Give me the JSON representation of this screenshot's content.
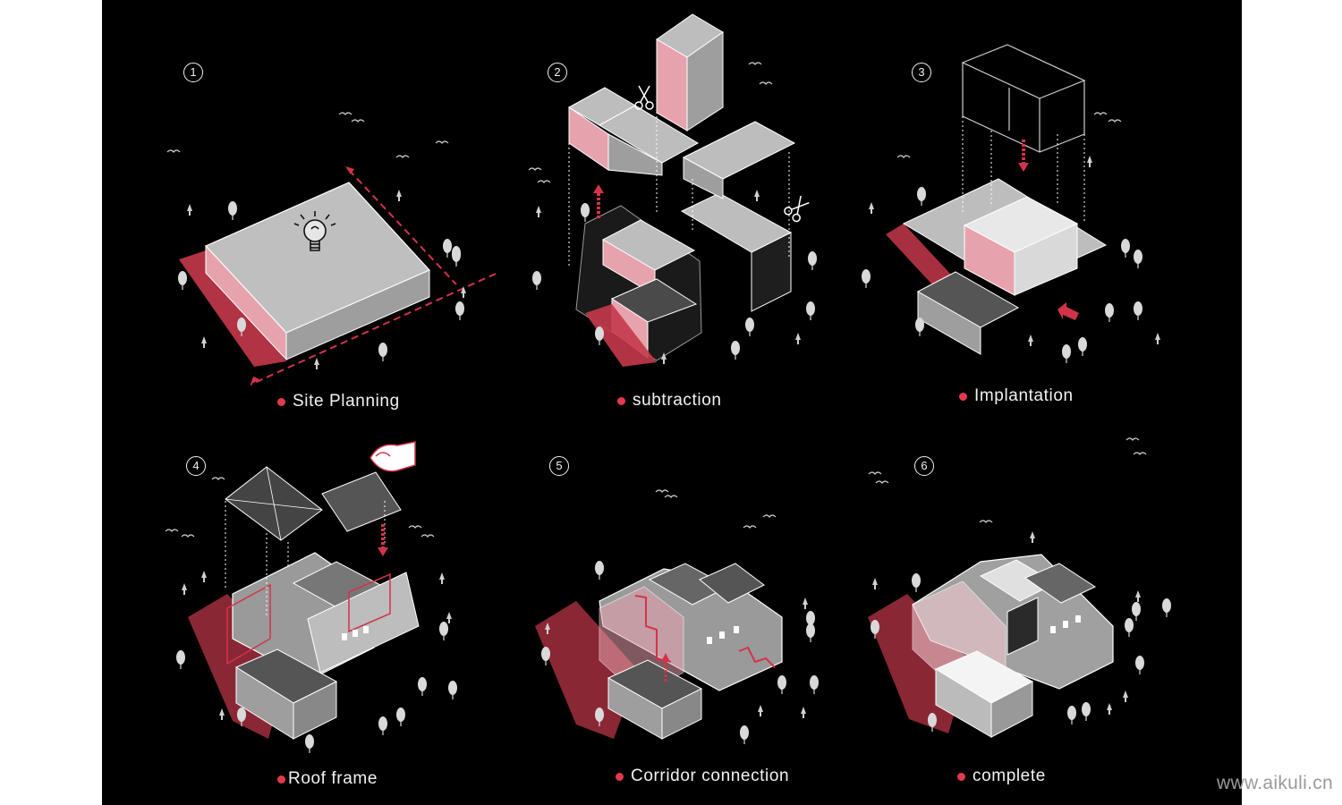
{
  "steps": [
    {
      "number": "1",
      "caption": "Site Planning"
    },
    {
      "number": "2",
      "caption": "subtraction"
    },
    {
      "number": "3",
      "caption": "Implantation"
    },
    {
      "number": "4",
      "caption": "Roof frame"
    },
    {
      "number": "5",
      "caption": "Corridor connection"
    },
    {
      "number": "6",
      "caption": "complete"
    }
  ],
  "watermark": "www.aikuli.cn",
  "colors": {
    "accent": "#e23a4c",
    "background": "#000000",
    "mass": "#bdbdbd",
    "text": "#f2f2f2"
  },
  "icons": [
    "lightbulb-icon",
    "scissors-icon",
    "arrow-icon",
    "hand-icon",
    "bird-icon",
    "tree-icon"
  ]
}
